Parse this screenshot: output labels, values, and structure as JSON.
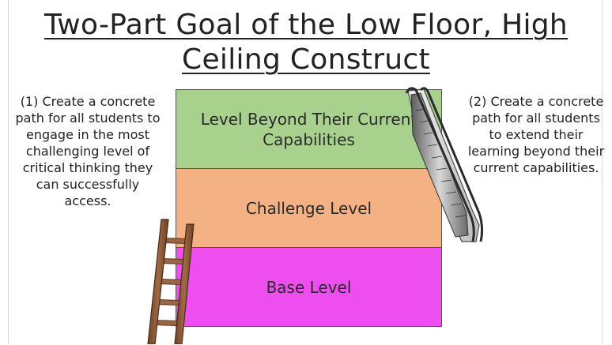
{
  "title": "Two-Part Goal of the Low Floor, High Ceiling Construct",
  "left_text": "(1) Create a concrete path for all students to engage in the most challenging level of critical thinking they can successfully access.",
  "right_text": "(2) Create a concrete path for all students to extend their learning beyond their current capabilities.",
  "levels": {
    "top": "Level Beyond Their Current Capabilities",
    "middle": "Challenge Level",
    "base": "Base Level"
  },
  "colors": {
    "top_level": "#a9d18e",
    "middle_level": "#f4b183",
    "base_level": "#ee4ef0",
    "ladder": "#8b5a3c"
  },
  "icons": {
    "ladder": "ladder-icon",
    "escalator": "escalator-icon"
  }
}
